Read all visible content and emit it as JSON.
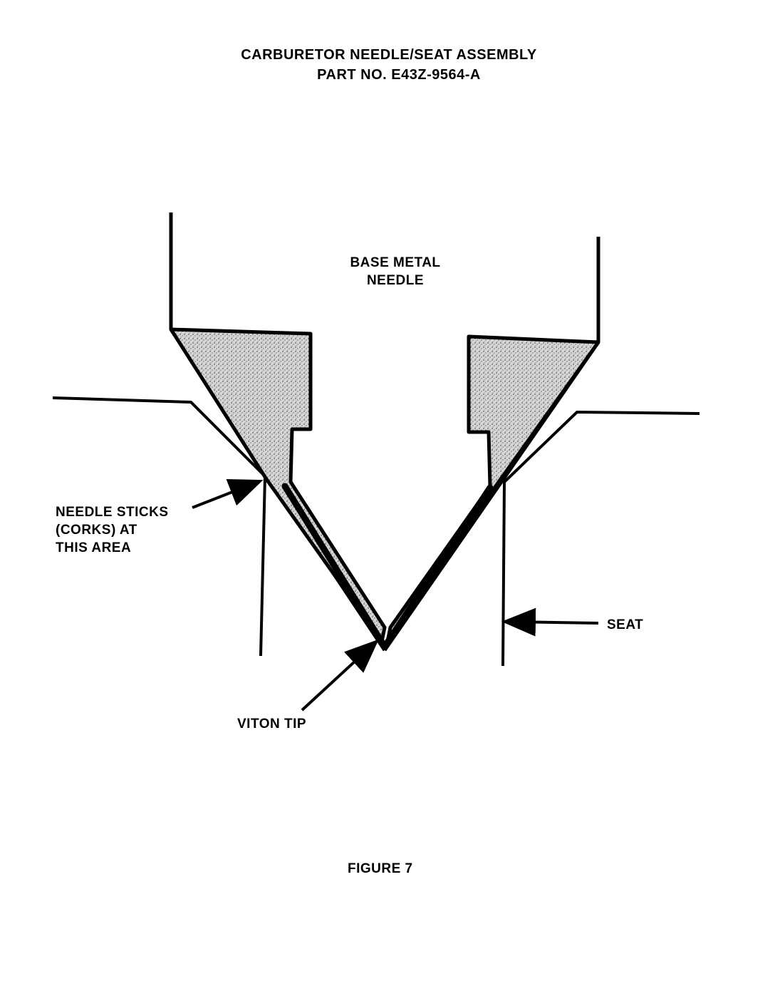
{
  "title": {
    "line1": "CARBURETOR NEEDLE/SEAT ASSEMBLY",
    "line2": "PART NO. E43Z-9564-A"
  },
  "labels": {
    "needle_line1": "BASE METAL",
    "needle_line2": "NEEDLE",
    "needle_sticks_line1": "NEEDLE STICKS",
    "needle_sticks_line2": "(CORKS) AT",
    "needle_sticks_line3": "THIS AREA",
    "seat": "SEAT",
    "viton_tip": "VITON TIP"
  },
  "figure_caption": "FIGURE 7",
  "colors": {
    "ink": "#000000",
    "stipple": "#bdbdbd",
    "paper": "#ffffff"
  }
}
